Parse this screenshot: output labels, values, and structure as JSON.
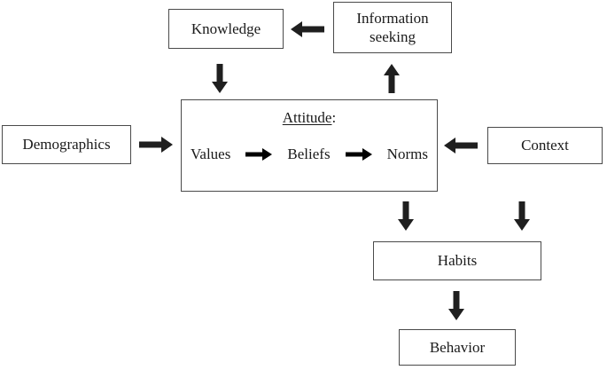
{
  "diagram": {
    "nodes": {
      "knowledge": {
        "label": "Knowledge"
      },
      "information_seeking": {
        "label": "Information seeking"
      },
      "demographics": {
        "label": "Demographics"
      },
      "attitude": {
        "title": "Attitude",
        "colon": ":",
        "items": [
          "Values",
          "Beliefs",
          "Norms"
        ]
      },
      "context": {
        "label": "Context"
      },
      "habits": {
        "label": "Habits"
      },
      "behavior": {
        "label": "Behavior"
      }
    },
    "edges": [
      {
        "from": "information_seeking",
        "to": "knowledge"
      },
      {
        "from": "knowledge",
        "to": "attitude"
      },
      {
        "from": "attitude",
        "to": "information_seeking"
      },
      {
        "from": "demographics",
        "to": "attitude"
      },
      {
        "from": "context",
        "to": "attitude"
      },
      {
        "from": "attitude",
        "to": "habits"
      },
      {
        "from": "context",
        "to": "habits"
      },
      {
        "from": "habits",
        "to": "behavior"
      },
      {
        "from": "values",
        "to": "beliefs"
      },
      {
        "from": "beliefs",
        "to": "norms"
      }
    ],
    "colors": {
      "background": "#ffffff",
      "box_border": "#4a4a4a",
      "text": "#1a1a1a",
      "arrow_fill": "#1f1f1f"
    }
  }
}
